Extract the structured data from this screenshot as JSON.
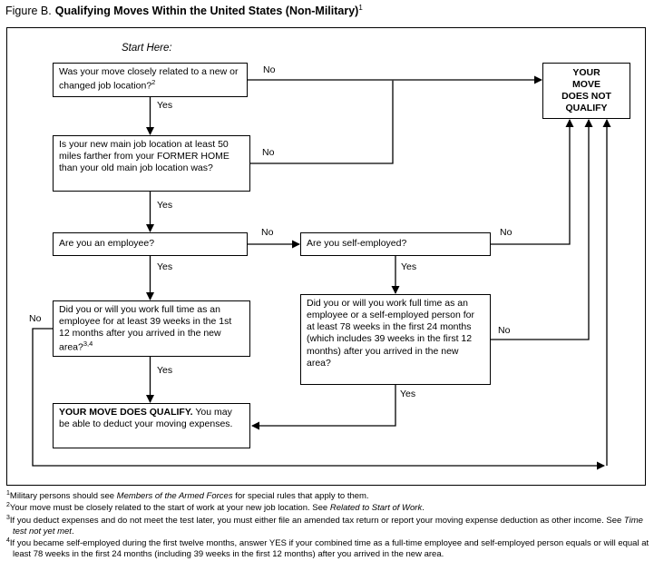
{
  "title": {
    "prefix": "Figure B.",
    "main": "Qualifying Moves Within the United States (Non-Military)",
    "sup": "1"
  },
  "chart": {
    "start_here": "Start Here:",
    "labels": {
      "yes": "Yes",
      "no": "No"
    },
    "boxes": {
      "q1": {
        "text": "Was your move closely related to a new or changed job location?",
        "sup": "2"
      },
      "dnq": {
        "text": "YOUR\nMOVE\nDOES NOT\nQUALIFY"
      },
      "q2": {
        "text": "Is your new main job location at least 50 miles farther from your FORMER HOME than your old main job location was?"
      },
      "q3": {
        "text": "Are you an employee?"
      },
      "q4": {
        "text": "Are you self-employed?"
      },
      "q5": {
        "text": "Did you or will you work full time as an employee for at least 39 weeks in the 1st 12 months after you arrived in the new area?",
        "sup": "3,4"
      },
      "q6": {
        "text": "Did you or will you work full time as an employee or a self-employed person for at least 78 weeks in the first 24 months (which includes 39 weeks in the first 12 months) after you arrived in the new area?"
      },
      "qualify": {
        "bold": "YOUR MOVE DOES QUALIFY.",
        "text": "You may be able to deduct your moving expenses."
      }
    }
  },
  "footnotes": [
    {
      "num": "1",
      "pre": "Military persons should see ",
      "italic": "Members of the Armed Forces",
      "post": " for special rules that apply to them."
    },
    {
      "num": "2",
      "pre": "Your move must be closely related to the start of work at your new job location. See ",
      "italic": "Related to Start of Work",
      "post": "."
    },
    {
      "num": "3",
      "pre": "If you deduct expenses and do not meet the test later, you must either file an amended tax return or report your moving expense deduction as other income. See ",
      "italic": "Time test not yet met",
      "post": "."
    },
    {
      "num": "4",
      "pre": "If you became self-employed during the first twelve months, answer YES if your combined time as a full-time employee and self-employed person equals or will equal at least 78 weeks in the first 24 months (including 39 weeks in the first 12 months) after you arrived in the new area.",
      "italic": "",
      "post": ""
    }
  ]
}
